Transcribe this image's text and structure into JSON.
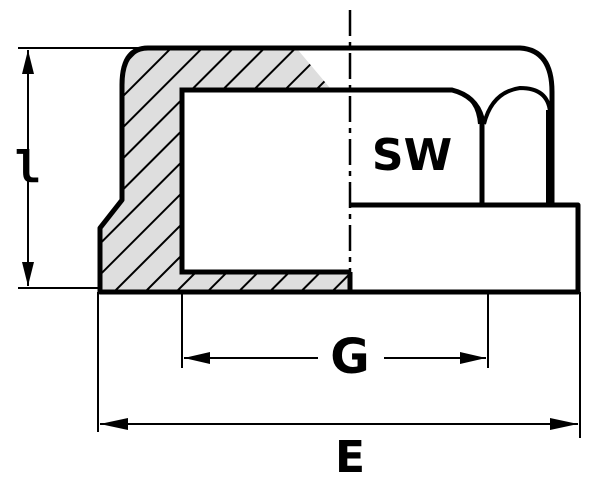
{
  "labels": {
    "height": "l",
    "wrench_size": "SW",
    "thread": "G",
    "overall": "E"
  },
  "colors": {
    "line": "#000000",
    "hatch_fill": "#dedede",
    "background": "#ffffff"
  }
}
